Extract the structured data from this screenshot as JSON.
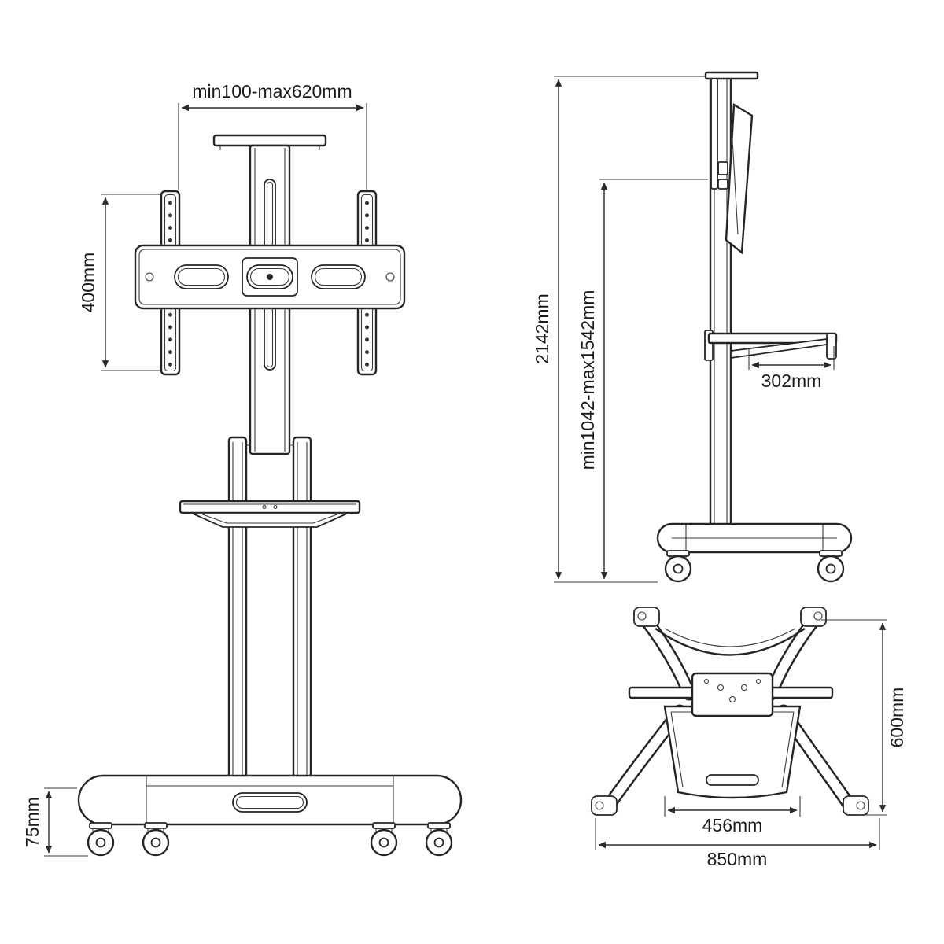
{
  "labels": {
    "front": {
      "mount_width": "min100-max620mm",
      "vesa_height": "400mm",
      "caster_height": "75mm"
    },
    "side": {
      "total_height": "2142mm",
      "height_range": "min1042-max1542mm",
      "shelf_depth": "302mm"
    },
    "bottom": {
      "base_depth": "600mm",
      "shelf_width": "456mm",
      "base_width": "850mm"
    }
  }
}
